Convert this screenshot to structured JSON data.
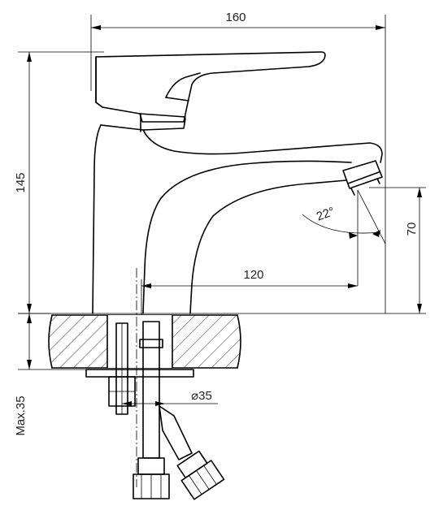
{
  "drawing": {
    "width_label": "160",
    "height_label": "145",
    "reach_label": "120",
    "angle_label": "22°",
    "spout_height_label": "70",
    "bore_label": "⌀35",
    "max_thickness_label": "Max.35"
  }
}
